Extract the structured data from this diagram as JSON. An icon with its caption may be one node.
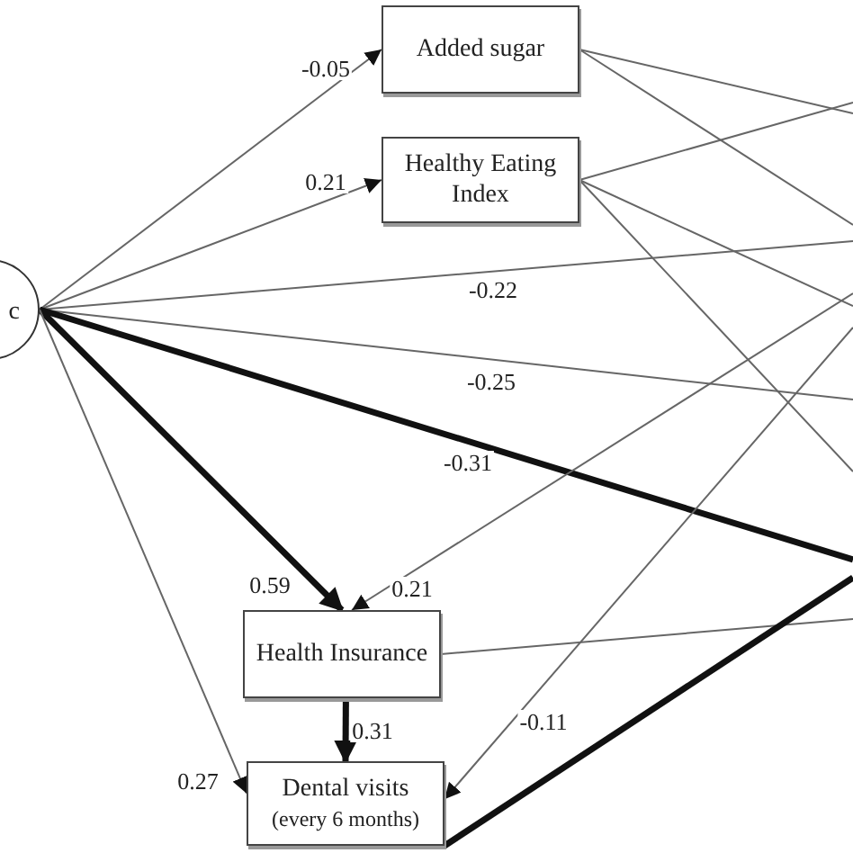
{
  "diagram": {
    "nodes": [
      {
        "text": [
          "c"
        ]
      },
      {
        "text": [
          "Added sugar"
        ]
      },
      {
        "text": [
          "Healthy Eating Index"
        ]
      },
      {
        "text": [
          "Health Insurance"
        ]
      },
      {
        "text": [
          "Dental visits",
          "(every 6 months)"
        ]
      }
    ],
    "edges": [
      {
        "from": 0,
        "to": 1,
        "arrow": "to",
        "label": "-0.05"
      },
      {
        "from": 0,
        "to": 2,
        "arrow": "to",
        "label": "0.21"
      },
      {
        "from": 0,
        "to": null,
        "arrow": "none",
        "label": "-0.22"
      },
      {
        "from": 0,
        "to": null,
        "arrow": "none",
        "label": "-0.25"
      },
      {
        "from": 0,
        "to": null,
        "arrow": "none",
        "label": "-0.31",
        "style": "thick"
      },
      {
        "from": 0,
        "to": 3,
        "arrow": "to",
        "label": "0.59",
        "style": "thick"
      },
      {
        "from": 0,
        "to": 4,
        "arrow": "to",
        "label": "0.27"
      },
      {
        "from": 3,
        "to": 4,
        "arrow": "to",
        "label": "0.31",
        "style": "thick"
      },
      {
        "from": null,
        "to": 3,
        "arrow": "to",
        "label": "0.21"
      },
      {
        "from": null,
        "to": 4,
        "arrow": "to",
        "label": "-0.11"
      },
      {
        "from": 3,
        "to": null,
        "arrow": "none"
      },
      {
        "from": 4,
        "to": null,
        "arrow": "none",
        "style": "thick"
      },
      {
        "from": 1,
        "to": null,
        "arrow": "none"
      },
      {
        "from": 1,
        "to": null,
        "arrow": "none"
      },
      {
        "from": 2,
        "to": null,
        "arrow": "none"
      },
      {
        "from": 2,
        "to": null,
        "arrow": "none"
      },
      {
        "from": 2,
        "to": null,
        "arrow": "none"
      }
    ]
  }
}
